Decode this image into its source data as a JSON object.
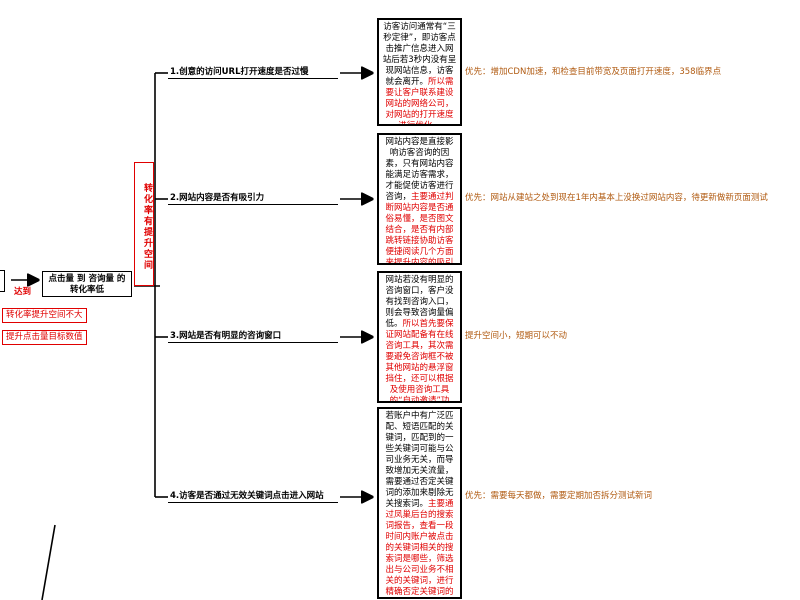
{
  "left": {
    "reach_label": "达到",
    "main_node": "点击量 到 咨询量 的转化率低",
    "red_tags": [
      "转化率提升空间不大",
      "提升点击量目标数值"
    ]
  },
  "center_node": "转化率有提升空间",
  "branches": [
    {
      "label": "1.创意的访问URL打开速度是否过慢",
      "detail_black": "访客访问通常有“三秒定律”，即访客点击推广信息进入网站后若3秒内没有呈现网站信息，访客就会离开。",
      "detail_red": "所以需要让客户联系建设网站的网络公司，对网站的打开速度进行优化。",
      "note": "优先：增加CDN加速，和检查目前带宽及页面打开速度，358临界点"
    },
    {
      "label": "2.网站内容是否有吸引力",
      "detail_black": "网站内容是直接影响访客咨询的因素，只有网站内容能满足访客需求，才能促使访客进行咨询，",
      "detail_red": "主要通过判断网站内容是否通俗易懂，是否图文结合，是否有内部跳转链接协助访客便捷阅读几个方面来提升内容的吸引力。",
      "note": "优先：网站从建站之处到现在1年内基本上没换过网站内容，待更新做新页面测试"
    },
    {
      "label": "3.网站是否有明显的咨询窗口",
      "detail_black": "网站若没有明显的咨询窗口，客户没有找到咨询入口，则会导致咨询量偏低。",
      "detail_red": "所以首先要保证网站配备有在线咨询工具，其次需要避免咨询框不被其他网站的悬浮窗挡住，还可以根据及使用咨询工具的“自动邀请”功能。",
      "note": "提升空间小，短期可以不动"
    },
    {
      "label": "4.访客是否通过无效关键词点击进入网站",
      "detail_black": "若账户中有广泛匹配、短语匹配的关键词，匹配到的一些关键词可能与公司业务无关，而导致增加无关流量，需要通过否定关键词的添加来剔除无关搜索词。",
      "detail_red": "主要通过凤巢后台的搜索词报告，查看一段时间内账户被点击的关键词相关的搜索词是哪些，筛选出与公司业务不相关的关键词，进行精确否定关键词的添加。",
      "note": "优先：需要每天都做，需要定期加否拆分测试新词"
    }
  ]
}
